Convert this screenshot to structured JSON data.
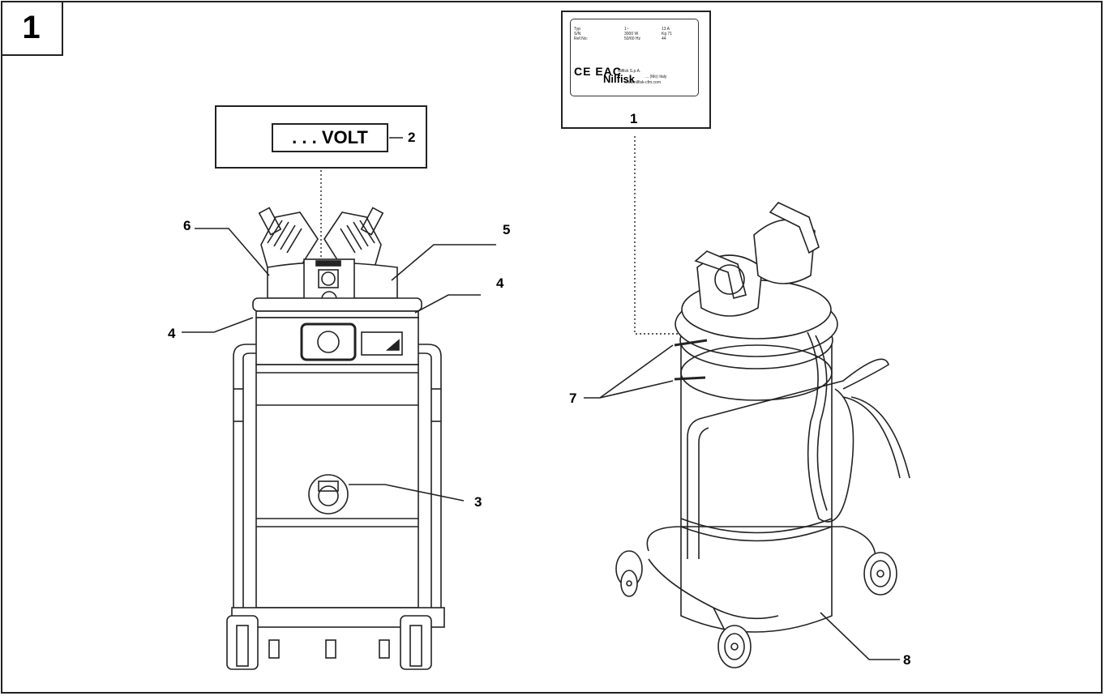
{
  "figure_number": "1",
  "voltage_label": ". . . VOLT",
  "callouts": {
    "rating_plate": "1",
    "voltage_label": "2",
    "item_3": "3",
    "item_4_left": "4",
    "item_4_right": "4",
    "item_5": "5",
    "item_6": "6",
    "item_7": "7",
    "item_8": "8"
  },
  "rating_plate": {
    "col1": [
      "Typ",
      "S/N",
      "Ref.No:"
    ],
    "col2": [
      "1~",
      "3000 W",
      "50/60 Hz"
    ],
    "col3": [
      "13 A",
      "Kg 71",
      "44"
    ],
    "marks": "CE EAC",
    "brand": "Nilfisk",
    "company": "Nilfisk S.p.A.",
    "address": "... (Mo) Italy",
    "website": "www.nilfisk-cfm.com"
  }
}
